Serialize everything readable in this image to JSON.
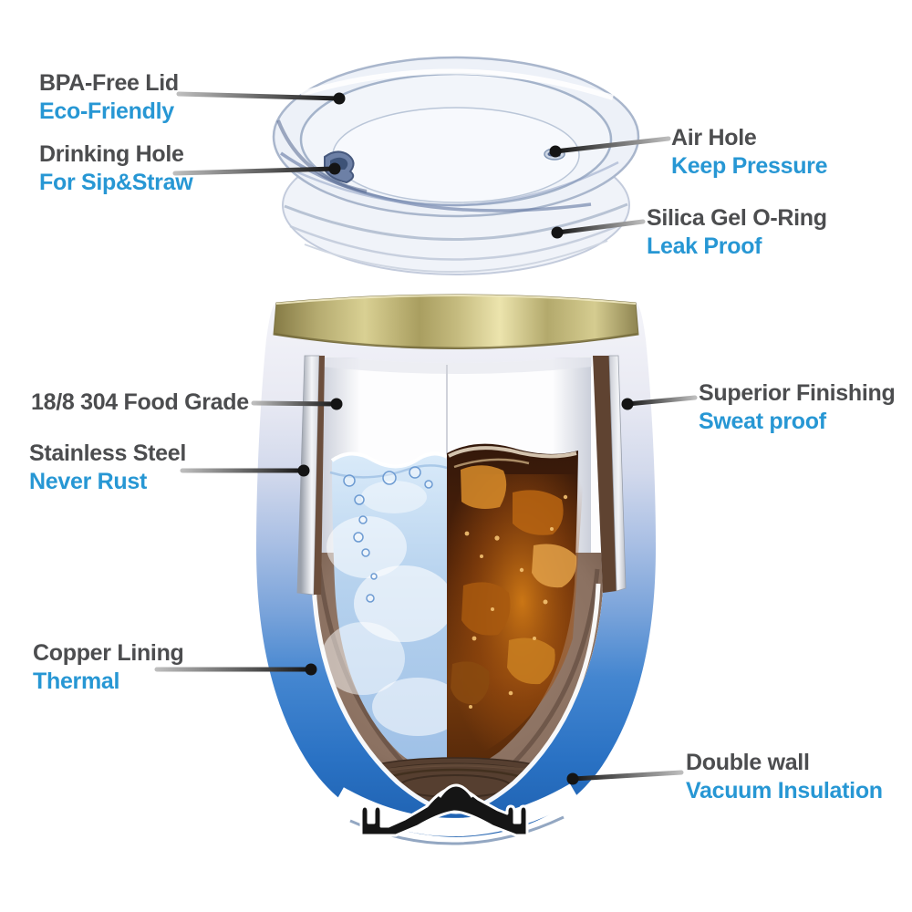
{
  "diagram": {
    "subject": "double-wall insulated wine tumbler cutaway with clear lid",
    "palette": {
      "title_text": "#4c4d4f",
      "accent_text": "#2797d4",
      "leader_line_dark": "#141414",
      "body_blue": "#2a72c4",
      "rim_gold": "#b5ab70",
      "copper_lining": "#8b7161",
      "cola": "#5c2708",
      "water": "#b6d2ee"
    },
    "callouts": [
      {
        "id": "bpa-free-lid",
        "title": "BPA-Free Lid",
        "subtitle": "Eco-Friendly"
      },
      {
        "id": "drinking-hole",
        "title": "Drinking Hole",
        "subtitle": "For Sip&Straw"
      },
      {
        "id": "air-hole",
        "title": "Air Hole",
        "subtitle": "Keep Pressure"
      },
      {
        "id": "silica-gel-o-ring",
        "title": "Silica Gel O-Ring",
        "subtitle": "Leak Proof"
      },
      {
        "id": "food-grade",
        "title": "18/8 304 Food Grade",
        "subtitle": ""
      },
      {
        "id": "stainless-steel",
        "title": "Stainless Steel",
        "subtitle": "Never Rust"
      },
      {
        "id": "superior-finishing",
        "title": "Superior Finishing",
        "subtitle": "Sweat proof"
      },
      {
        "id": "copper-lining",
        "title": "Copper Lining",
        "subtitle": "Thermal"
      },
      {
        "id": "double-wall",
        "title": "Double wall",
        "subtitle": "Vacuum Insulation"
      }
    ]
  }
}
